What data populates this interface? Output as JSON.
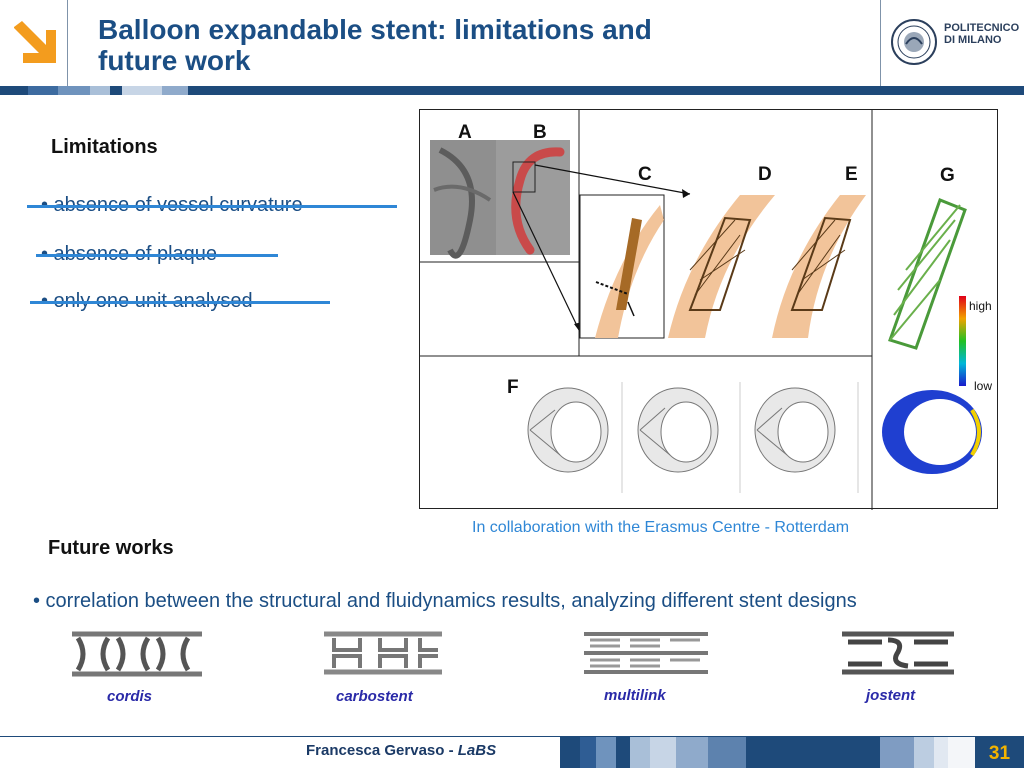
{
  "header": {
    "title_line1": "Balloon expandable stent: limitations and",
    "title_line2": "future work",
    "institution_line1": "POLITECNICO",
    "institution_line2": "DI MILANO",
    "accent_color": "#f39c1e",
    "brand_color": "#1e4a7a"
  },
  "limitations": {
    "heading": "Limitations",
    "items": [
      "• absence of vessel curvature",
      "• absence of plaque",
      "• only one unit analysed"
    ]
  },
  "figure": {
    "labels": {
      "a": "A",
      "b": "B",
      "c": "C",
      "d": "D",
      "e": "E",
      "f": "F",
      "g": "G"
    },
    "scale_high": "high",
    "scale_low": "low",
    "caption": "In collaboration with the Erasmus Centre - Rotterdam"
  },
  "future_works": {
    "heading": "Future works",
    "item": "• correlation between the structural and fluidynamics results, analyzing different stent designs",
    "stents": [
      "cordis",
      "carbostent",
      "multilink",
      "jostent"
    ]
  },
  "footer": {
    "author": "Francesca Gervaso - ",
    "lab": "LaBS",
    "page_number": "31"
  }
}
